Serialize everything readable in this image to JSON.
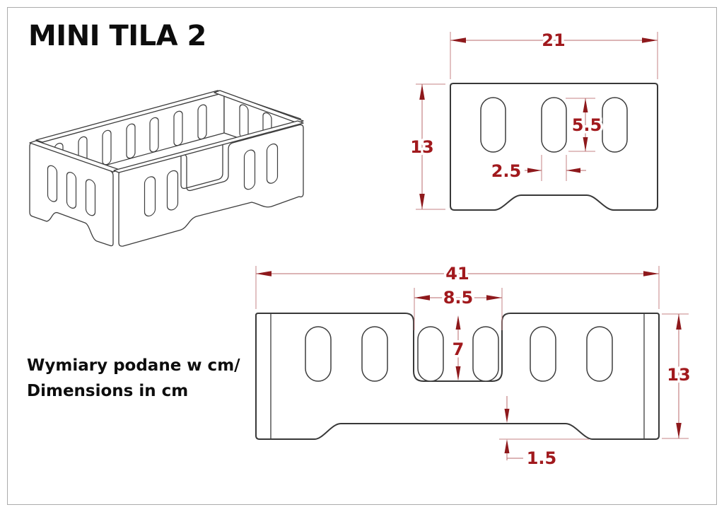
{
  "page": {
    "title": "MINI TILA 2",
    "units_note_line1": "Wymiary podane w cm/",
    "units_note_line2": "Dimensions in cm"
  },
  "colors": {
    "dimension_red": "#a1191d",
    "drawing_line": "#383838",
    "page_border": "#ababab",
    "background": "#ffffff"
  },
  "views": {
    "isometric": {
      "description": "assembled bed frame, isometric wireframe"
    },
    "side_panel": {
      "width_cm": "21",
      "height_cm": "13",
      "slot_height_cm": "5.5",
      "slot_width_cm": "2.5"
    },
    "front_panel": {
      "width_cm": "41",
      "height_cm": "13",
      "cutout_width_cm": "8.5",
      "cutout_depth_cm": "7",
      "foot_arch_height_cm": "1.5"
    }
  }
}
